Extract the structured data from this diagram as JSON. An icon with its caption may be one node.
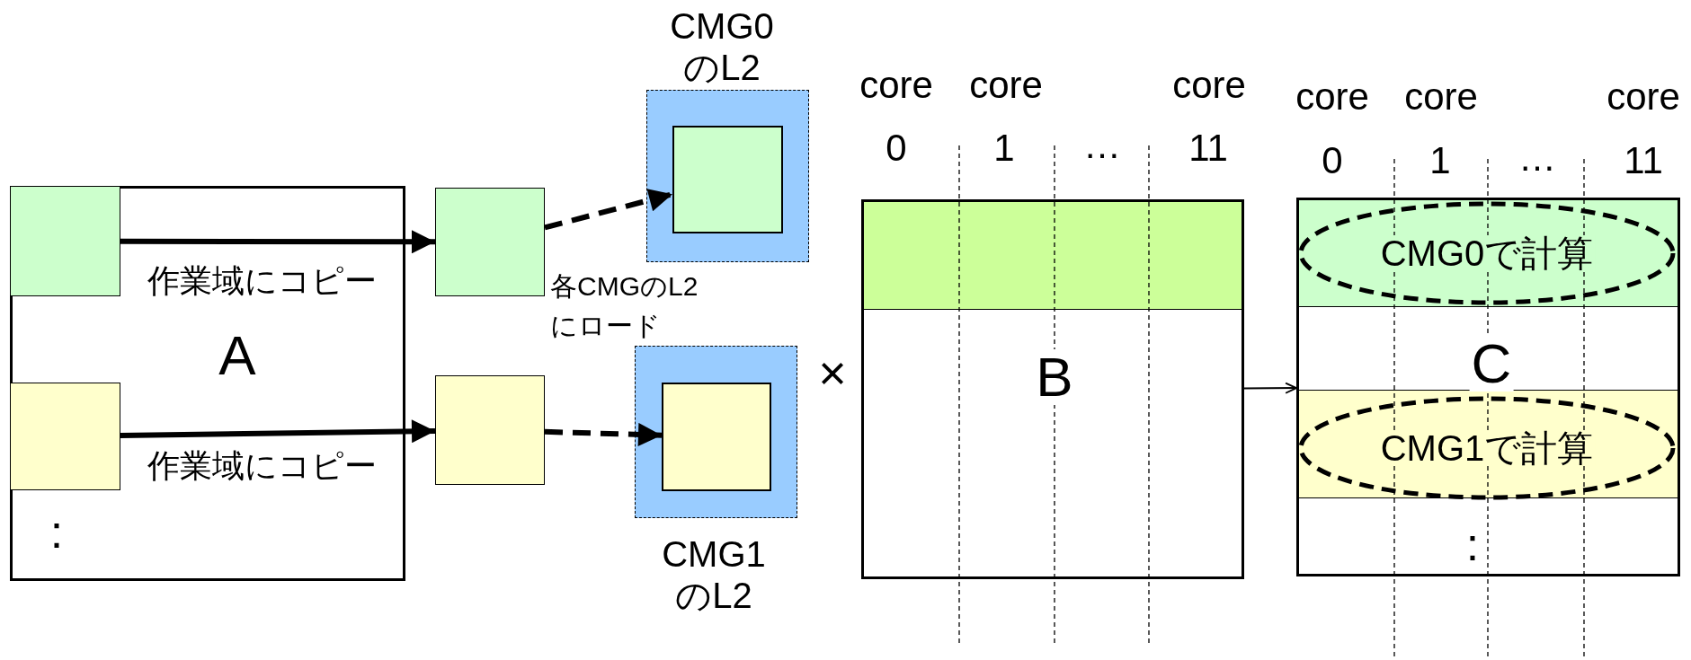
{
  "diagram": {
    "nodes": [
      {
        "text": [
          "A"
        ]
      },
      {
        "text": [],
        "shape": "box",
        "in": 0
      },
      {
        "text": [],
        "shape": "box",
        "in": 0
      },
      {
        "text": [],
        "shape": "box"
      },
      {
        "text": [],
        "shape": "box"
      },
      {
        "text": [
          "CMG0のL2"
        ]
      },
      {
        "text": [],
        "shape": "box",
        "in": 5
      },
      {
        "text": [
          "CMG1のL2"
        ]
      },
      {
        "text": [],
        "shape": "box",
        "in": 7
      },
      {
        "text": [
          "B"
        ]
      },
      {
        "text": [],
        "shape": "box",
        "in": 9
      },
      {
        "text": [
          "C"
        ]
      },
      {
        "text": [],
        "shape": "box",
        "in": 11
      },
      {
        "text": [
          "CMG0で計算"
        ],
        "in": 12
      },
      {
        "text": [],
        "shape": "box",
        "in": 11
      },
      {
        "text": [
          "CMG1で計算"
        ],
        "in": 14
      }
    ],
    "edges": [
      {
        "from": 1,
        "to": 3,
        "arrow": "to"
      },
      {
        "from": 3,
        "to": 6,
        "arrow": "to",
        "style": "dashed"
      },
      {
        "from": 2,
        "to": 4,
        "arrow": "to"
      },
      {
        "from": 4,
        "to": 8,
        "arrow": "to",
        "style": "dashed"
      },
      {
        "from": 9,
        "to": 11,
        "arrow": "to"
      }
    ],
    "labels": [
      "作業域にコピー",
      "各CMGのL2にロード",
      "作業域にコピー",
      ":",
      "×",
      "core",
      "core",
      "core",
      "0",
      "1",
      "…",
      "11",
      "core",
      "core",
      "core",
      "0",
      "1",
      "…",
      "11",
      ":"
    ]
  }
}
